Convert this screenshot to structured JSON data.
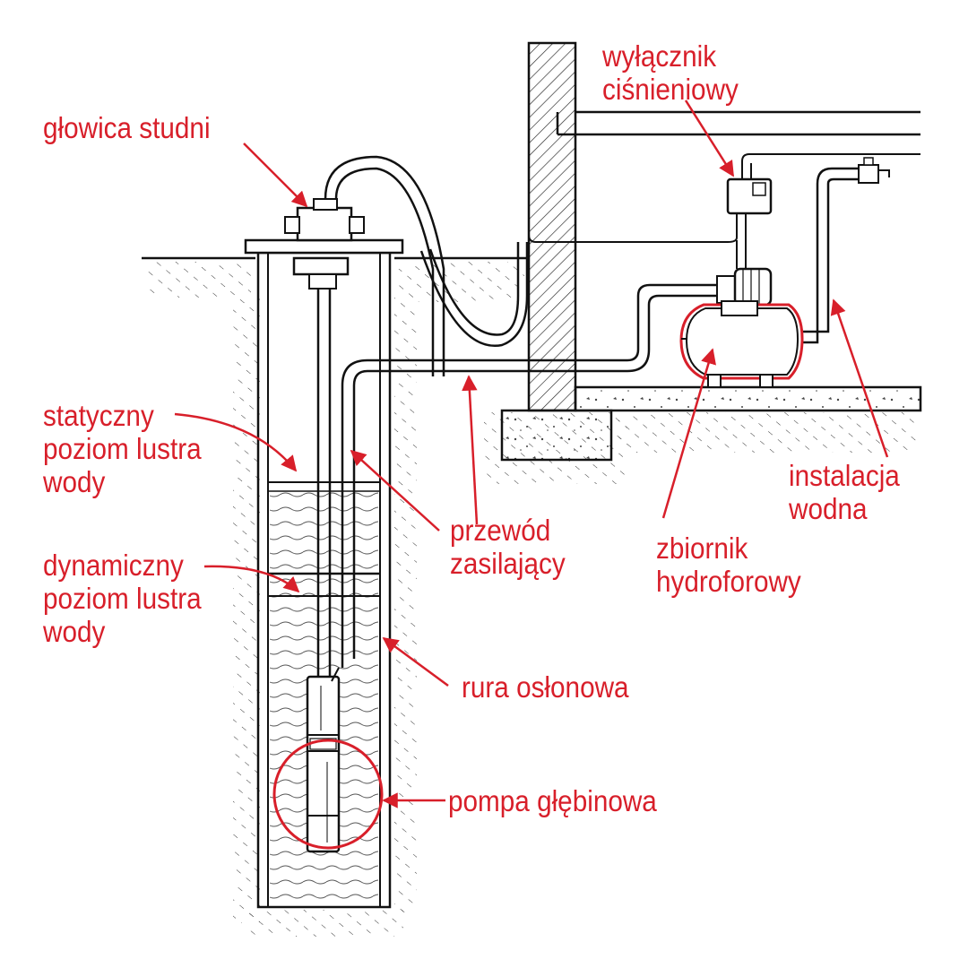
{
  "colors": {
    "label": "#d81f2a",
    "line": "#111111",
    "background": "#ffffff"
  },
  "labels": {
    "glowica": "głowica studni",
    "wylacznik": [
      "wyłącznik",
      "ciśnieniowy"
    ],
    "statyczny": [
      "statyczny",
      "poziom lustra",
      "wody"
    ],
    "dynamiczny": [
      "dynamiczny",
      "poziom lustra",
      "wody"
    ],
    "przewod": [
      "przewód",
      "zasilający"
    ],
    "zbiornik": [
      "zbiornik",
      "hydroforowy"
    ],
    "instalacja": [
      "instalacja",
      "wodna"
    ],
    "rura": "rura osłonowa",
    "pompa": "pompa głębinowa"
  }
}
